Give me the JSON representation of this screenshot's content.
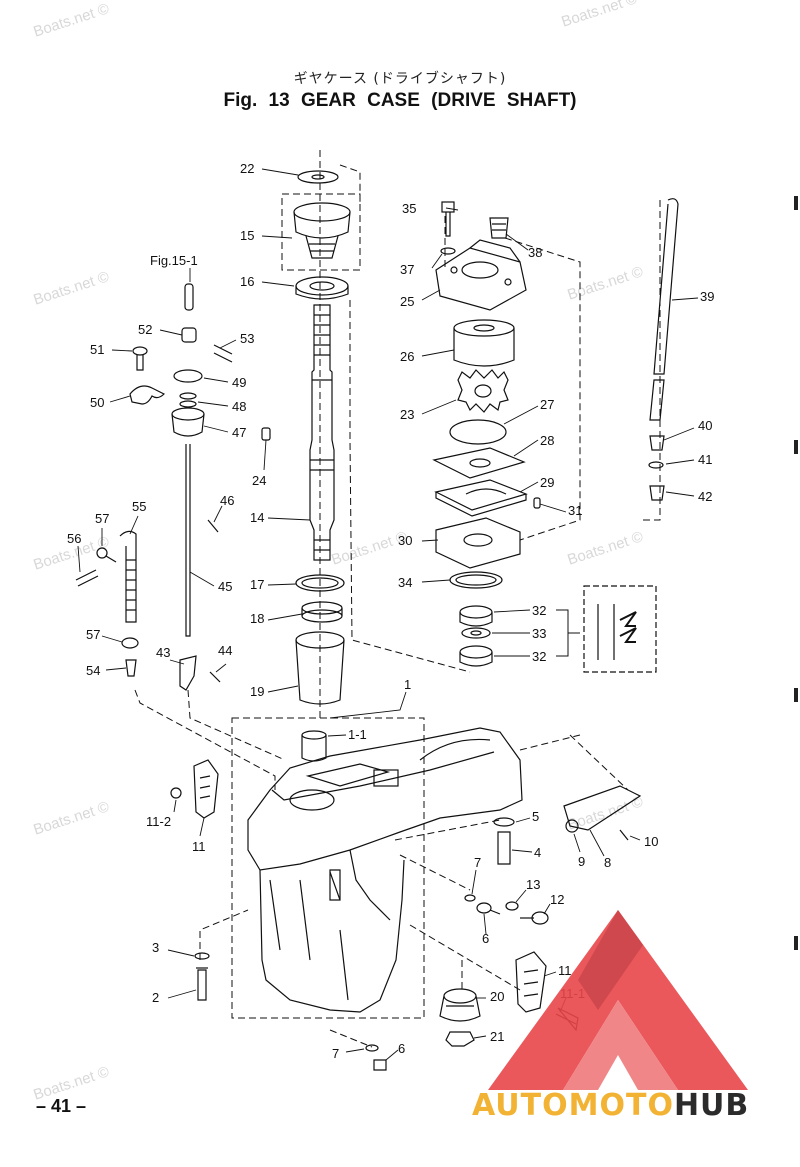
{
  "watermark": "Boats.net ©",
  "header": {
    "title_jp": "ギヤケース (ドライブシャフト)",
    "title_en": "Fig. 13   GEAR CASE  (DRIVE SHAFT)"
  },
  "page_number": "– 41 –",
  "logo": {
    "text_a": "AUTOMOTO",
    "text_b": "HUB",
    "color_primary": "#e8464a",
    "color_text_a": "#f2b233"
  },
  "parts": {
    "p22": "22",
    "p15": "15",
    "p16": "16",
    "ref": "Fig.15-1",
    "p52": "52",
    "p53": "53",
    "p51": "51",
    "p49": "49",
    "p48": "48",
    "p50": "50",
    "p47": "47",
    "p24": "24",
    "p14": "14",
    "p46": "46",
    "p55": "55",
    "p57a": "57",
    "p56": "56",
    "p45": "45",
    "p17": "17",
    "p18": "18",
    "p57b": "57",
    "p54": "54",
    "p43": "43",
    "p44": "44",
    "p19": "19",
    "p35": "35",
    "p38": "38",
    "p37": "37",
    "p25": "25",
    "p26": "26",
    "p23": "23",
    "p27": "27",
    "p28": "28",
    "p29": "29",
    "p31": "31",
    "p30": "30",
    "p34": "34",
    "p32a": "32",
    "p33": "33",
    "p32b": "32",
    "p39": "39",
    "p40": "40",
    "p41": "41",
    "p42": "42",
    "p1": "1",
    "p1_1": "1-1",
    "p11_2": "11-2",
    "p11a": "11",
    "p5": "5",
    "p4": "4",
    "p9": "9",
    "p8": "8",
    "p10": "10",
    "p7a": "7",
    "p13": "13",
    "p12": "12",
    "p6a": "6",
    "p3": "3",
    "p2": "2",
    "p11b": "11",
    "p11_1": "11-1",
    "p20": "20",
    "p21": "21",
    "p7b": "7",
    "p6b": "6"
  }
}
